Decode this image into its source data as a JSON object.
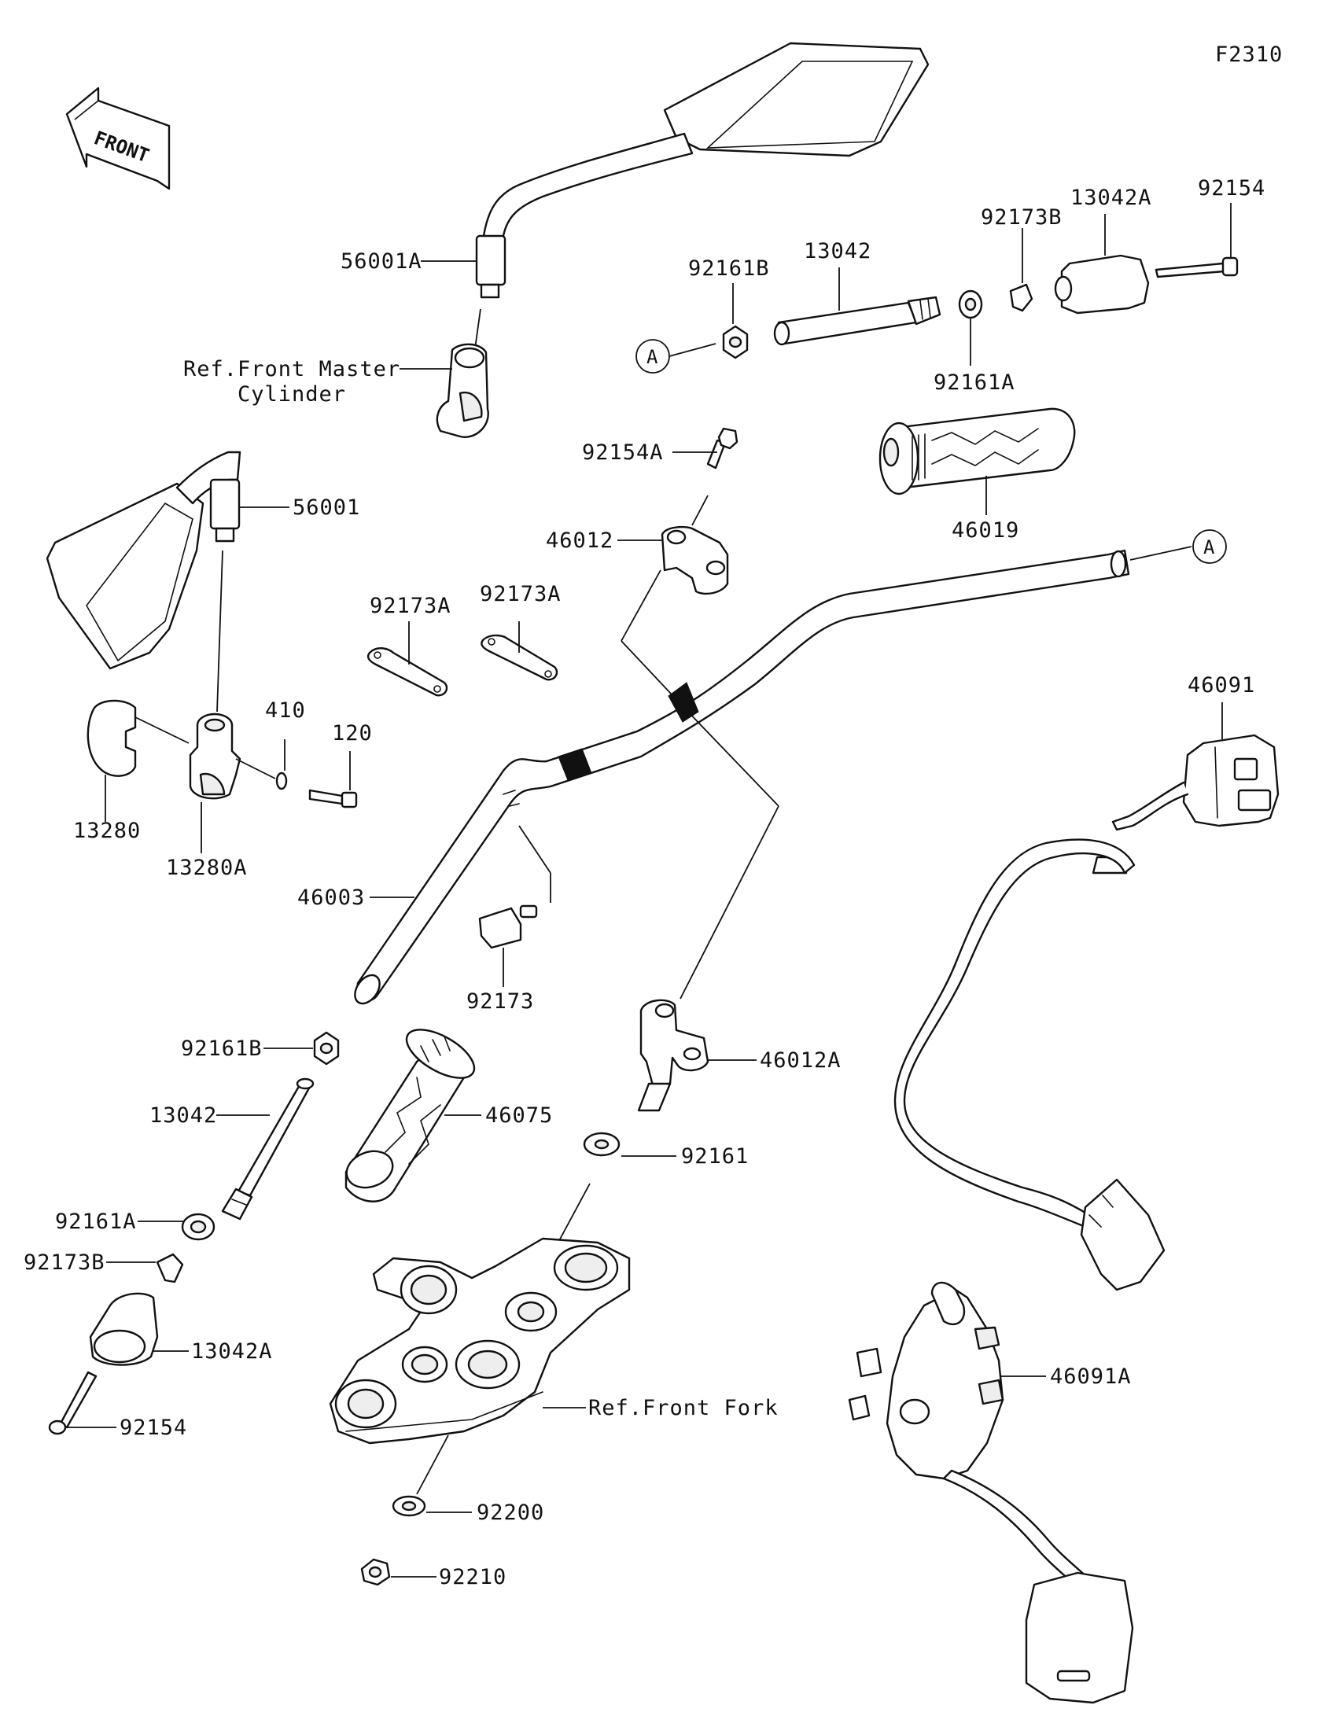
{
  "figure_code": "F2310",
  "front_arrow_text": "FRONT",
  "ref_marker": "A",
  "labels": {
    "p56001A": "56001A",
    "p56001": "56001",
    "ref_master_l1": "Ref.Front Master",
    "ref_master_l2": "Cylinder",
    "p92161B_top": "92161B",
    "p13042_top": "13042",
    "p92173B_top": "92173B",
    "p13042A_top": "13042A",
    "p92154_top": "92154",
    "p92161A_top": "92161A",
    "p92154A": "92154A",
    "p46012": "46012",
    "p46019": "46019",
    "p92173A_1": "92173A",
    "p92173A_2": "92173A",
    "p410": "410",
    "p120": "120",
    "p13280": "13280",
    "p13280A": "13280A",
    "p46003": "46003",
    "p92173": "92173",
    "p46091": "46091",
    "p46012A": "46012A",
    "p92161B_bot": "92161B",
    "p13042_bot": "13042",
    "p46075": "46075",
    "p92161": "92161",
    "p92161A_bot": "92161A",
    "p92173B_bot": "92173B",
    "p13042A_bot": "13042A",
    "p92154_bot": "92154",
    "ref_fork": "Ref.Front Fork",
    "p92200": "92200",
    "p92210": "92210",
    "p46091A": "46091A"
  }
}
